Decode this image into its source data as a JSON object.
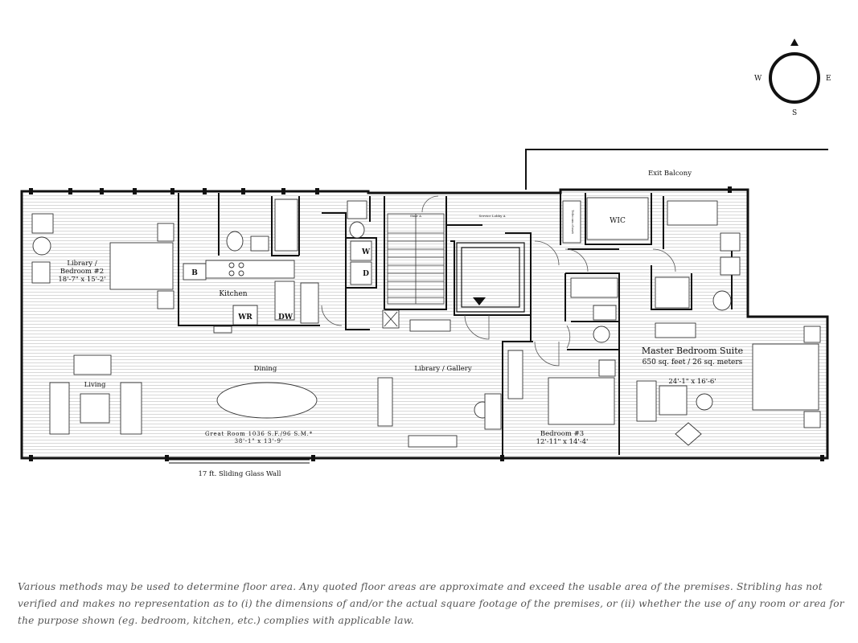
{
  "compass": {
    "north": "",
    "west": "W",
    "east": "E",
    "south": "S"
  },
  "rooms": {
    "library_bedroom2": {
      "line1": "Library /",
      "line2": "Bedroom #2",
      "dims": "18'-7\" x 15'-2'"
    },
    "kitchen": "Kitchen",
    "b": "B",
    "wr": "WR",
    "dw": "DW",
    "w": "W",
    "d": "D",
    "stair_a": "Stair A",
    "service_lobby": "Service Lobby A",
    "telecom": "Telecom closet",
    "wic": "WIC",
    "exit_balcony": "Exit Balcony",
    "dining": "Dining",
    "living": "Living",
    "library_gallery": "Library / Gallery",
    "great_room": {
      "line1": "Great Room 1036 S.F./96 S.M.*",
      "line2": "38'-1\" x 13'-9'"
    },
    "bedroom3": {
      "name": "Bedroom #3",
      "dims": "12'-11\" x 14'-4'"
    },
    "master": {
      "name": "Master Bedroom Suite",
      "area": "650 sq. feet / 26 sq. meters",
      "dims": "24'-1\" x 16'-6'"
    },
    "sliding_wall": "17 ft. Sliding Glass Wall"
  },
  "disclaimer": "Various methods may be used to determine floor area. Any quoted floor areas are approximate and exceed the usable area of the premises. Stribling has not verified and makes no representation as to (i) the dimensions of and/or the actual square footage of the premises, or (ii) whether the use of any room or area for the purpose shown (eg. bedroom, kitchen, etc.) complies with applicable law."
}
